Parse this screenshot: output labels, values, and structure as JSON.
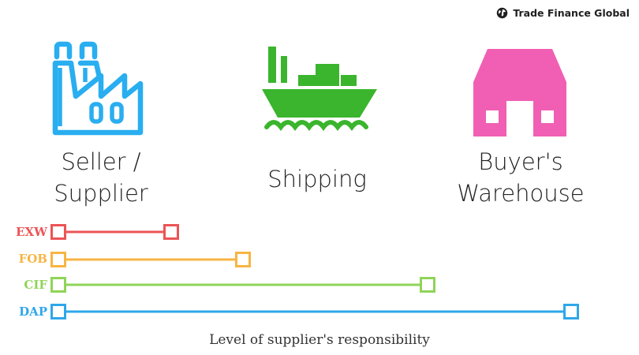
{
  "brand": {
    "name": "Trade Finance Global",
    "icon": "globe-icon"
  },
  "columns": [
    {
      "label_line1": "Seller /",
      "label_line2": "Supplier",
      "icon": "factory-icon",
      "color": "#29aef0"
    },
    {
      "label_line1": "Shipping",
      "label_line2": "",
      "icon": "ship-icon",
      "color": "#3ab52d"
    },
    {
      "label_line1": "Buyer's",
      "label_line2": "Warehouse",
      "icon": "warehouse-icon",
      "color": "#f15fb4"
    }
  ],
  "rows": [
    {
      "label": "EXW",
      "color": "#ec5456",
      "extent": 0.22
    },
    {
      "label": "FOB",
      "color": "#f7b543",
      "extent": 0.36
    },
    {
      "label": "CIF",
      "color": "#8fd458",
      "extent": 0.72
    },
    {
      "label": "DAP",
      "color": "#2fa7ea",
      "extent": 1.0
    }
  ],
  "footer": "Level of supplier's responsibility"
}
